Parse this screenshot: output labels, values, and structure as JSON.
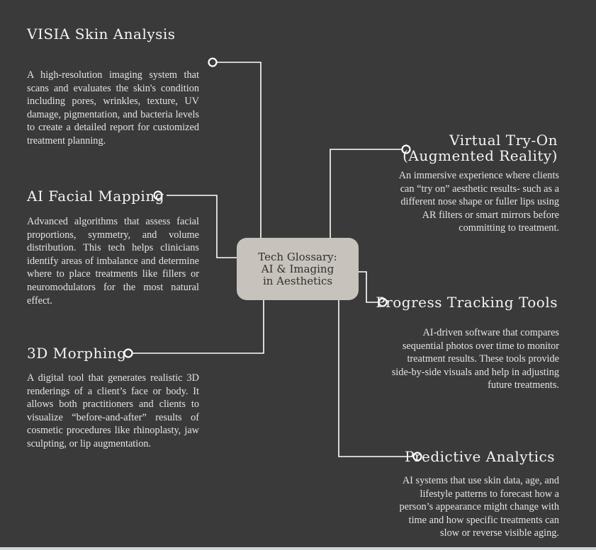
{
  "center": {
    "title": "Tech Glossary:\nAI & Imaging\nin Aesthetics"
  },
  "left": [
    {
      "heading": "VISIA Skin Analysis",
      "description": "A high-resolution imaging system that scans and evaluates the skin's condition including pores, wrinkles, texture, UV damage, pigmentation, and bacteria levels to create a detailed report for customized treatment planning."
    },
    {
      "heading": "AI Facial Mapping",
      "description": "Advanced algorithms that assess facial proportions, symmetry, and volume distribution. This tech helps clinicians identify areas of imbalance and determine where to place treatments like fillers or neuromodulators for the most natural effect."
    },
    {
      "heading": "3D Morphing",
      "description": "A digital tool that generates realistic 3D renderings of a client’s face or body. It allows both practitioners and clients to visualize “before-and-after” results of cosmetic procedures like rhinoplasty, jaw sculpting, or lip augmentation."
    }
  ],
  "right": [
    {
      "heading_line1": "Virtual Try-On",
      "heading_line2": "(Augmented Reality)",
      "description": "An immersive experience where clients can “try on” aesthetic results- such as a different nose shape or fuller lips using AR filters or smart mirrors before committing to treatment."
    },
    {
      "heading": "Progress Tracking Tools",
      "description": "AI-driven software that compares sequential photos over time to monitor treatment results. These tools provide side-by-side visuals and help in adjusting future treatments."
    },
    {
      "heading": "Predictive Analytics",
      "description": "AI systems that use skin data, age, and lifestyle patterns to forecast how a person’s appearance might change with time and how specific treatments can slow or reverse visible aging."
    }
  ],
  "colors": {
    "background": "#3a3a3a",
    "center_box": "#c7c3bc",
    "lines": "#ffffff",
    "text": "#e4e4e4"
  }
}
